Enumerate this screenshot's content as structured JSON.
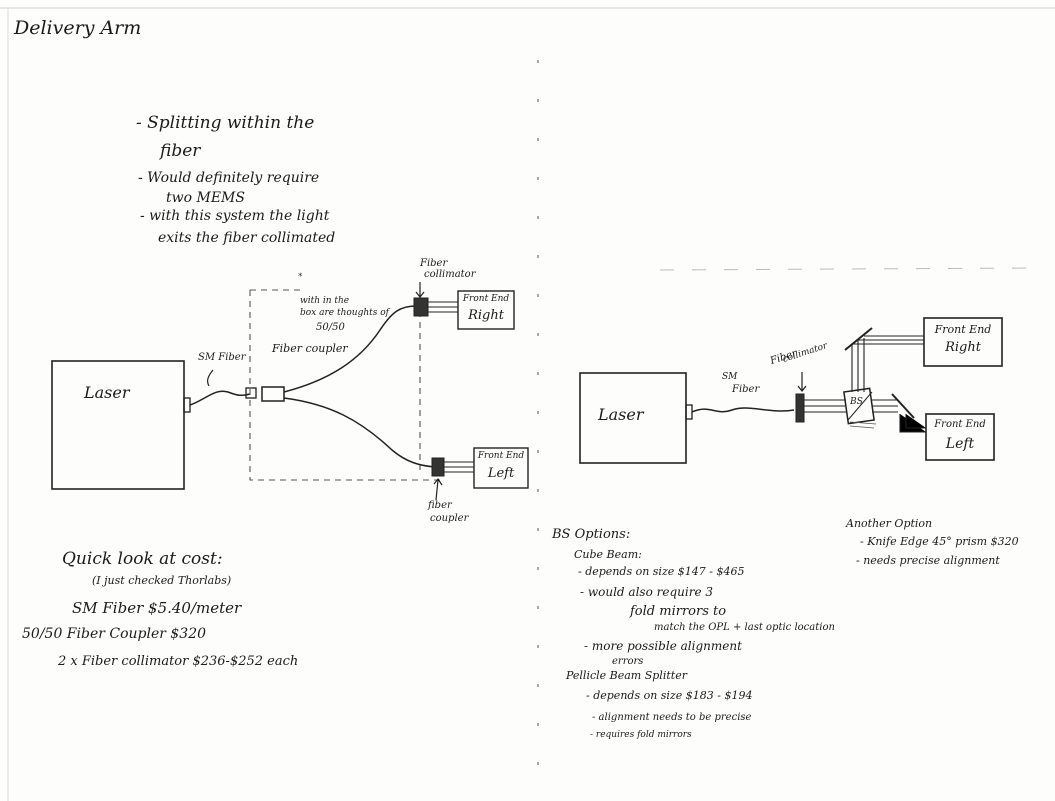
{
  "title": "Delivery Arm",
  "left_notes": [
    "- Splitting within the",
    "fiber",
    "- Would definitely require",
    "two MEMS",
    "- with this system the light",
    "exits the fiber collimated"
  ],
  "left_diagram": {
    "laser_label": "Laser",
    "sm_fiber_label": "SM Fiber",
    "fiber_coupler_label": "Fiber coupler",
    "box_note": [
      "with in the",
      "box are thoughts of",
      "50/50"
    ],
    "fiber_collimator_label": [
      "Fiber",
      "collimator"
    ],
    "front_end_right": [
      "Front End",
      "Right"
    ],
    "front_end_left": [
      "Front End",
      "Left"
    ],
    "fiber_coupler_bottom_label": [
      "fiber",
      "coupler"
    ]
  },
  "cost": {
    "heading": "Quick look at cost:",
    "subheading": "(I just checked Thorlabs)",
    "items": [
      "SM Fiber   $5.40/meter",
      "50/50 Fiber Coupler   $320",
      "2 x Fiber collimator $236-$252 each"
    ]
  },
  "right_diagram": {
    "laser_label": "Laser",
    "sm_fiber_label": [
      "SM",
      "Fiber"
    ],
    "fiber_collimator_label": [
      "Fiber",
      "collimator"
    ],
    "bs_label": "BS",
    "front_end_right": [
      "Front End",
      "Right"
    ],
    "front_end_left": [
      "Front End",
      "Left"
    ]
  },
  "bs_options": {
    "heading": "BS Options:",
    "lines": [
      "Cube Beam:",
      "- depends on size $147 - $465",
      "- would also require 3",
      "fold mirrors to",
      "match the OPL + last optic location",
      "- more possible alignment",
      "errors",
      "Pellicle Beam Splitter",
      "- depends on size $183 - $194",
      "- alignment needs to be precise",
      "- requires fold mirrors"
    ]
  },
  "another_option": {
    "heading": "Another Option",
    "lines": [
      "- Knife Edge 45° prism $320",
      "- needs precise alignment"
    ]
  }
}
